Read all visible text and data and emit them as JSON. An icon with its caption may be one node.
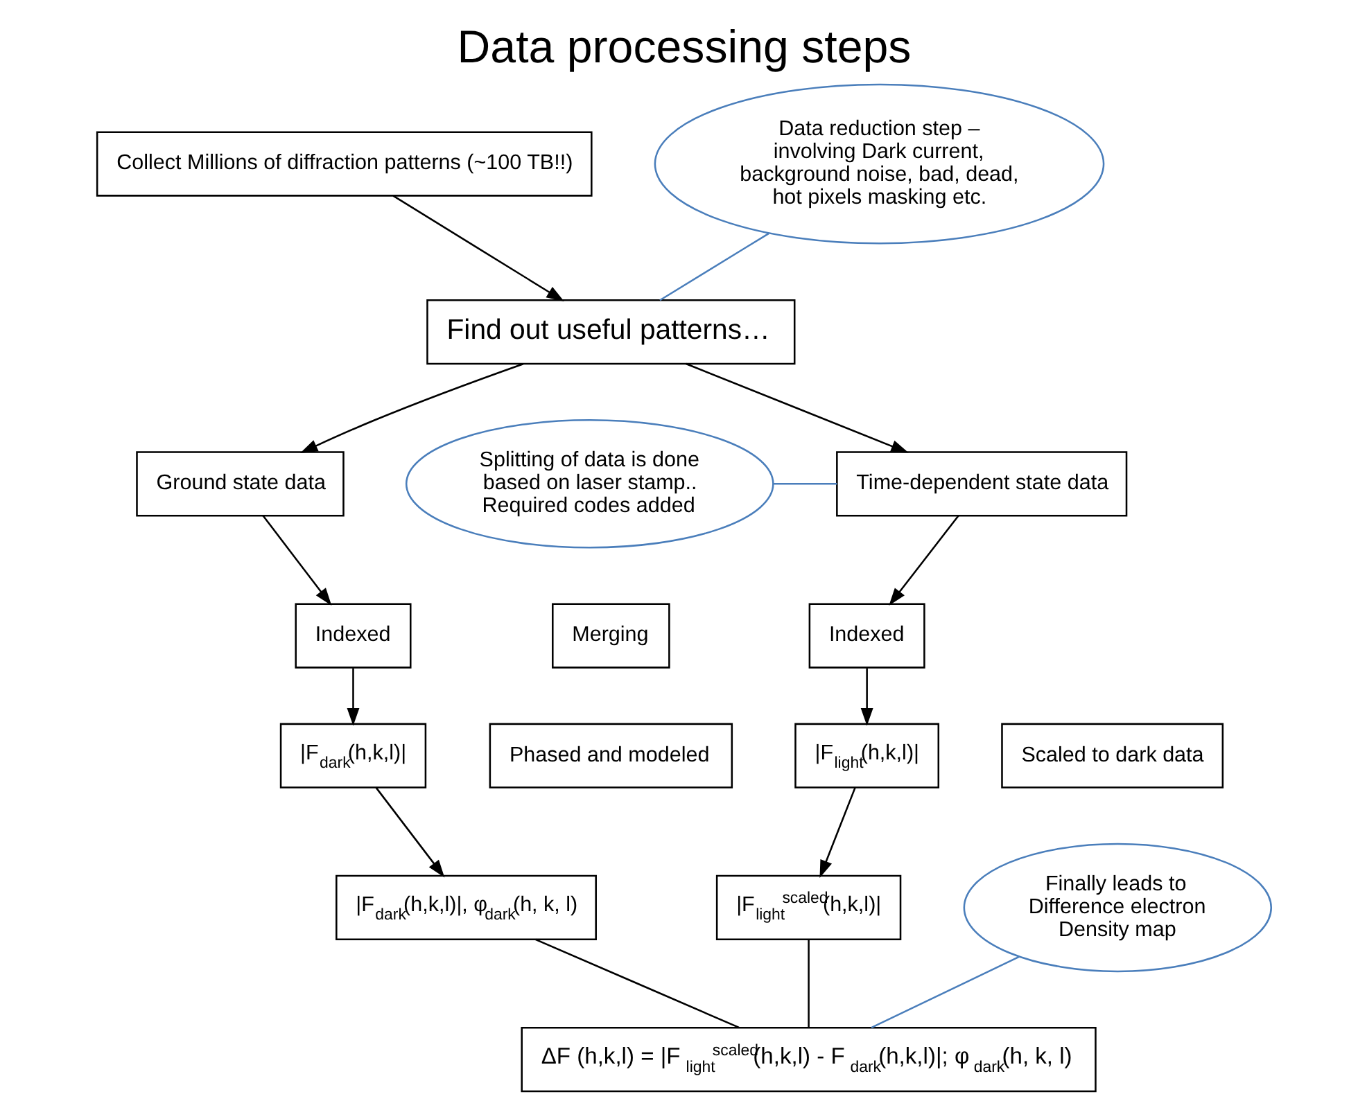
{
  "diagram": {
    "title": "Data processing steps",
    "nodes": [
      {
        "text": [
          "Collect Millions of diffraction patterns (~100 TB!!)"
        ]
      },
      {
        "text": [
          "Data reduction step – involving Dark current, background noise, bad, dead, hot pixels masking etc."
        ]
      },
      {
        "text": [
          "Find out useful patterns…"
        ]
      },
      {
        "text": [
          "Ground state data"
        ]
      },
      {
        "text": [
          "Time-dependent state data"
        ]
      },
      {
        "text": [
          "Splitting of data is done based on laser stamp.. Required codes added"
        ]
      },
      {
        "text": [
          "Indexed"
        ]
      },
      {
        "text": [
          "Indexed"
        ]
      },
      {
        "text": [
          "Merging"
        ]
      },
      {
        "text": [
          "|F$_{dark}$(h,k,l)|"
        ]
      },
      {
        "text": [
          "Phased and modeled"
        ]
      },
      {
        "text": [
          "|F$_{light}$(h,k,l)|"
        ]
      },
      {
        "text": [
          "Scaled to dark data"
        ]
      },
      {
        "text": [
          "|F$_{dark}$(h,k,l)|, φ$_{dark}$(h, k, l)"
        ]
      },
      {
        "text": [
          "|F$_{light}$$^{scaled}$(h,k,l)|"
        ]
      },
      {
        "text": [
          "Finally leads to Difference electron Density map"
        ]
      },
      {
        "text": [
          "ΔF (h,k,l) = |F$_{light}$$^{scaled}$(h,k,l) - F$_{dark}$(h,k,l)|; φ$_{dark}$(h, k, l)"
        ]
      }
    ],
    "edges": [
      {
        "from": 0,
        "to": 2,
        "arrow": "to"
      },
      {
        "from": 1,
        "to": 2,
        "arrow": "none",
        "color": "#4a7ebb"
      },
      {
        "from": 2,
        "to": 3,
        "arrow": "to"
      },
      {
        "from": 2,
        "to": 4,
        "arrow": "to"
      },
      {
        "from": 5,
        "to": 4,
        "arrow": "none",
        "color": "#4a7ebb"
      },
      {
        "from": 3,
        "to": 6,
        "arrow": "to"
      },
      {
        "from": 4,
        "to": 7,
        "arrow": "to"
      },
      {
        "from": 6,
        "to": 9,
        "arrow": "to"
      },
      {
        "from": 7,
        "to": 11,
        "arrow": "to"
      },
      {
        "from": 9,
        "to": 13,
        "arrow": "to"
      },
      {
        "from": 11,
        "to": 14,
        "arrow": "to"
      },
      {
        "from": 13,
        "to": 16,
        "arrow": "none"
      },
      {
        "from": 14,
        "to": 16,
        "arrow": "none"
      },
      {
        "from": 15,
        "to": 16,
        "arrow": "none",
        "color": "#4a7ebb"
      }
    ]
  }
}
